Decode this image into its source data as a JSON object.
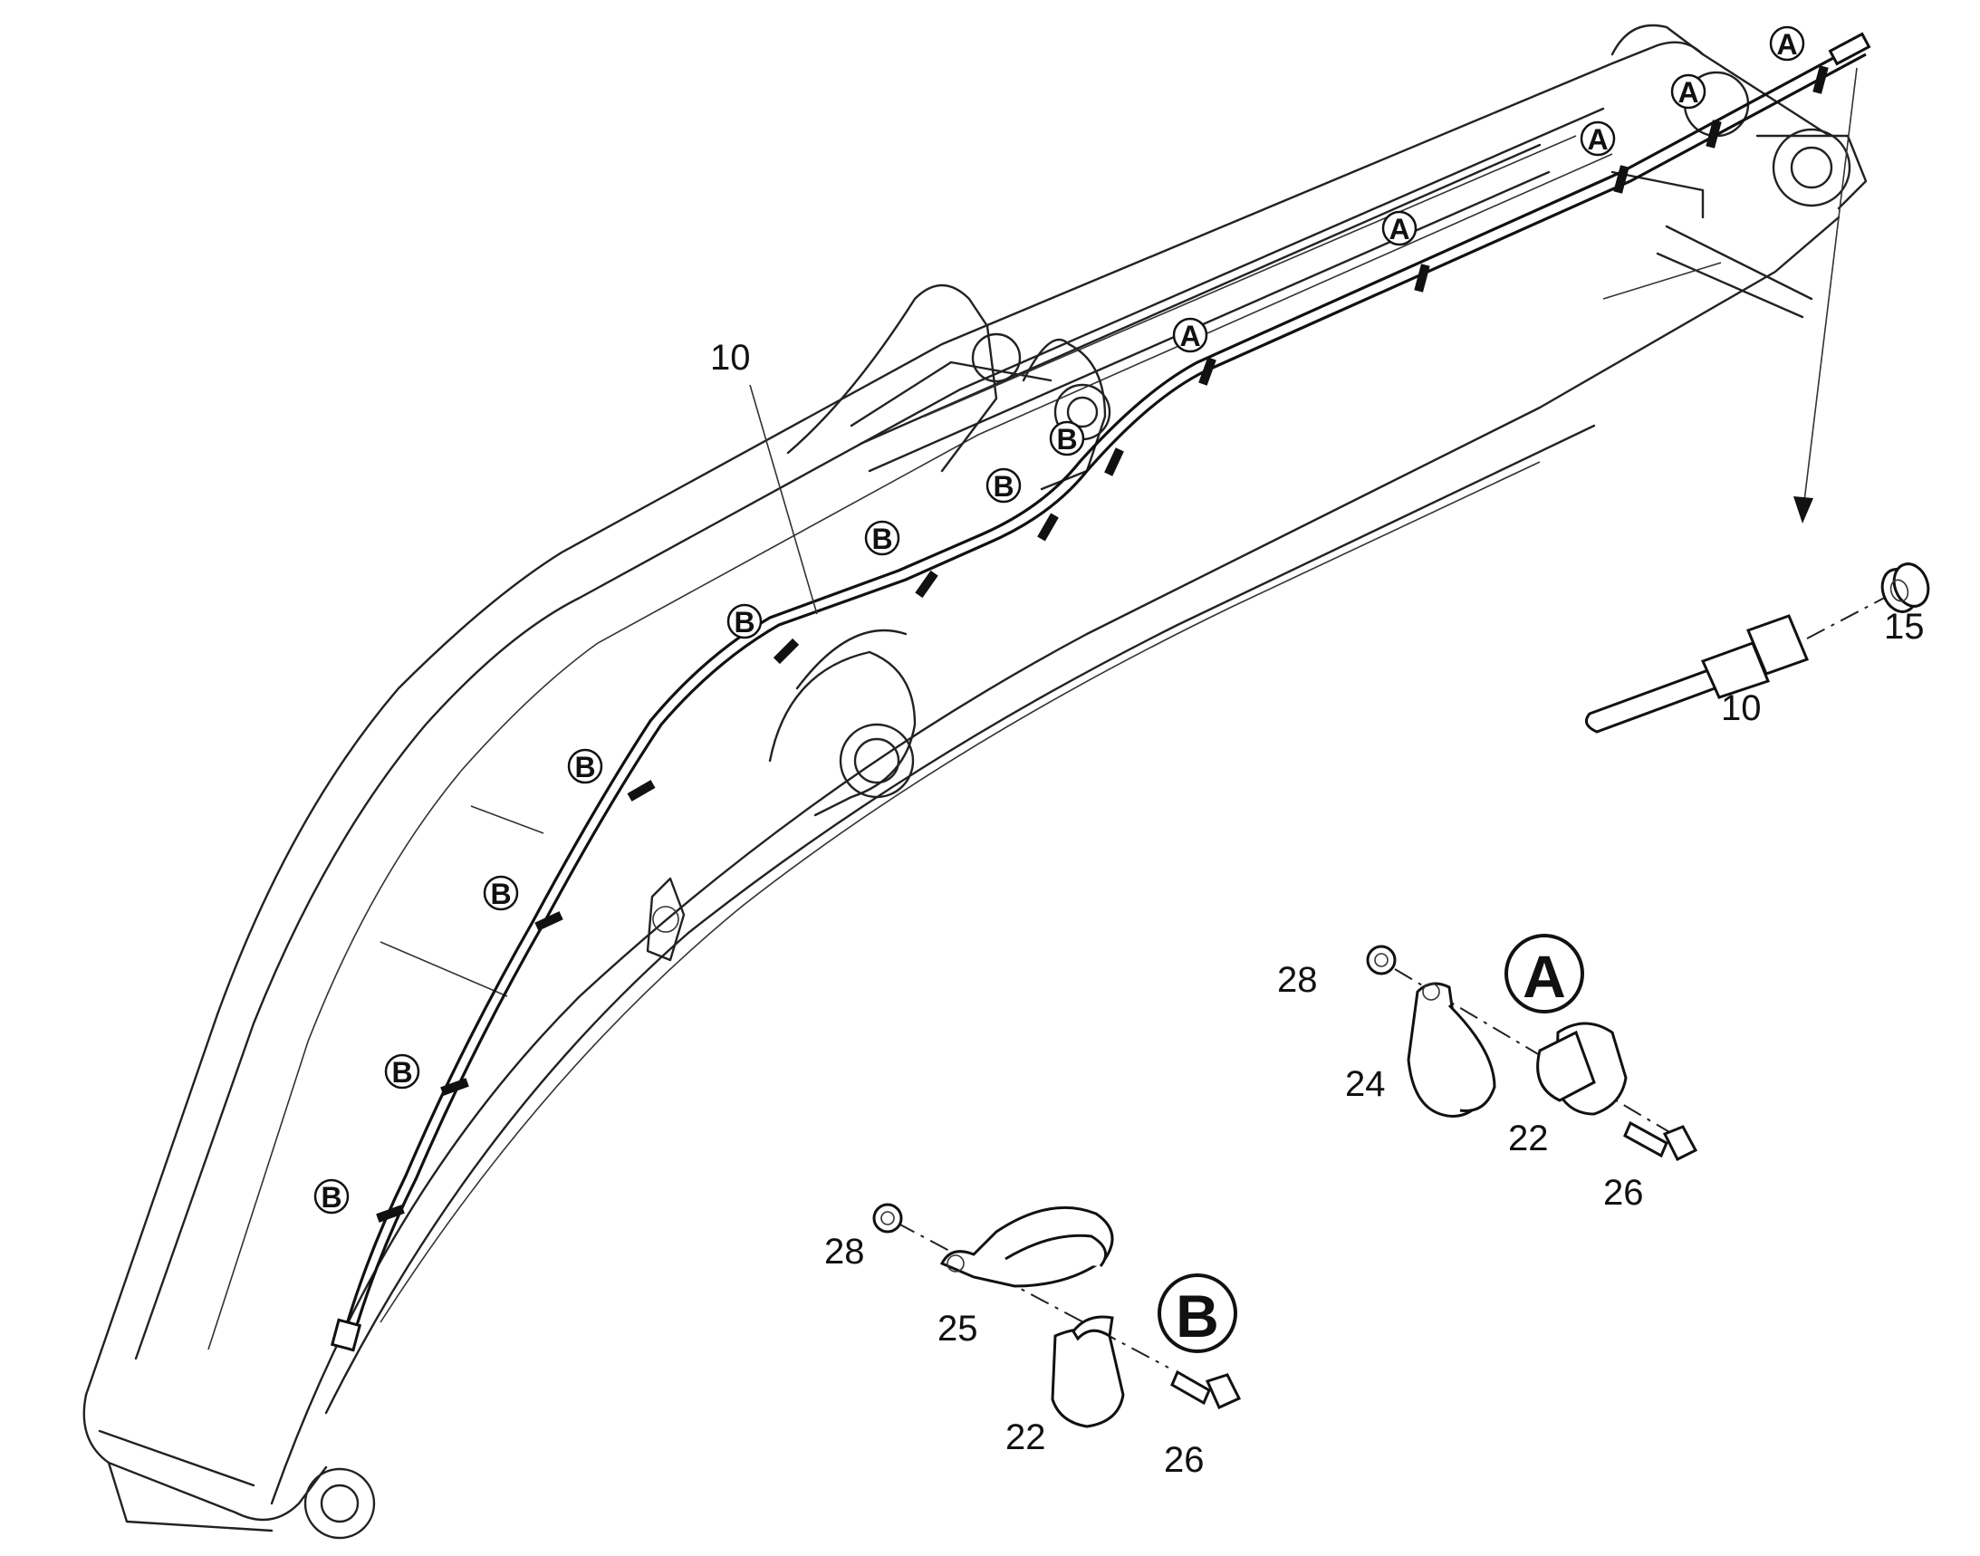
{
  "diagram": {
    "callouts": {
      "hose_main": "10",
      "hose_detail": "10",
      "fitting": "15",
      "nut_a": "28",
      "clamp_a": "24",
      "spacer_a": "22",
      "bolt_a": "26",
      "nut_b": "28",
      "clamp_b": "25",
      "spacer_b": "22",
      "bolt_b": "26"
    },
    "detail_labels": {
      "a": "A",
      "b": "B"
    },
    "location_markers": {
      "a": "A",
      "b": "B"
    }
  }
}
